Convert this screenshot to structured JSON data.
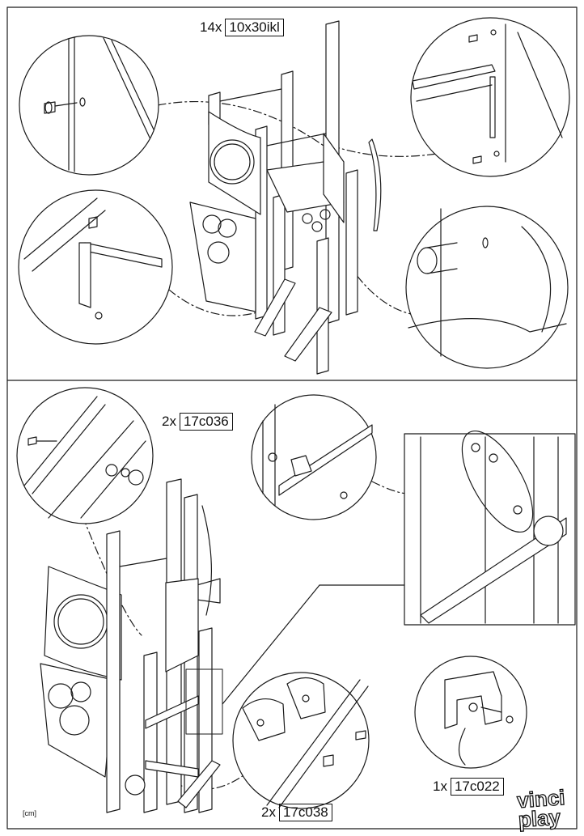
{
  "frame": {
    "border_color": "#1a1a1a"
  },
  "step_top": {
    "parts": [
      {
        "qty": "14x",
        "code": "10x30ikl"
      }
    ]
  },
  "step_bottom": {
    "parts": [
      {
        "qty": "2x",
        "code": "17c036"
      },
      {
        "qty": "2x",
        "code": "17c038"
      },
      {
        "qty": "1x",
        "code": "17c022"
      }
    ]
  },
  "footer": {
    "unit": "[cm]",
    "brand_line1": "vinci",
    "brand_line2": "play"
  }
}
